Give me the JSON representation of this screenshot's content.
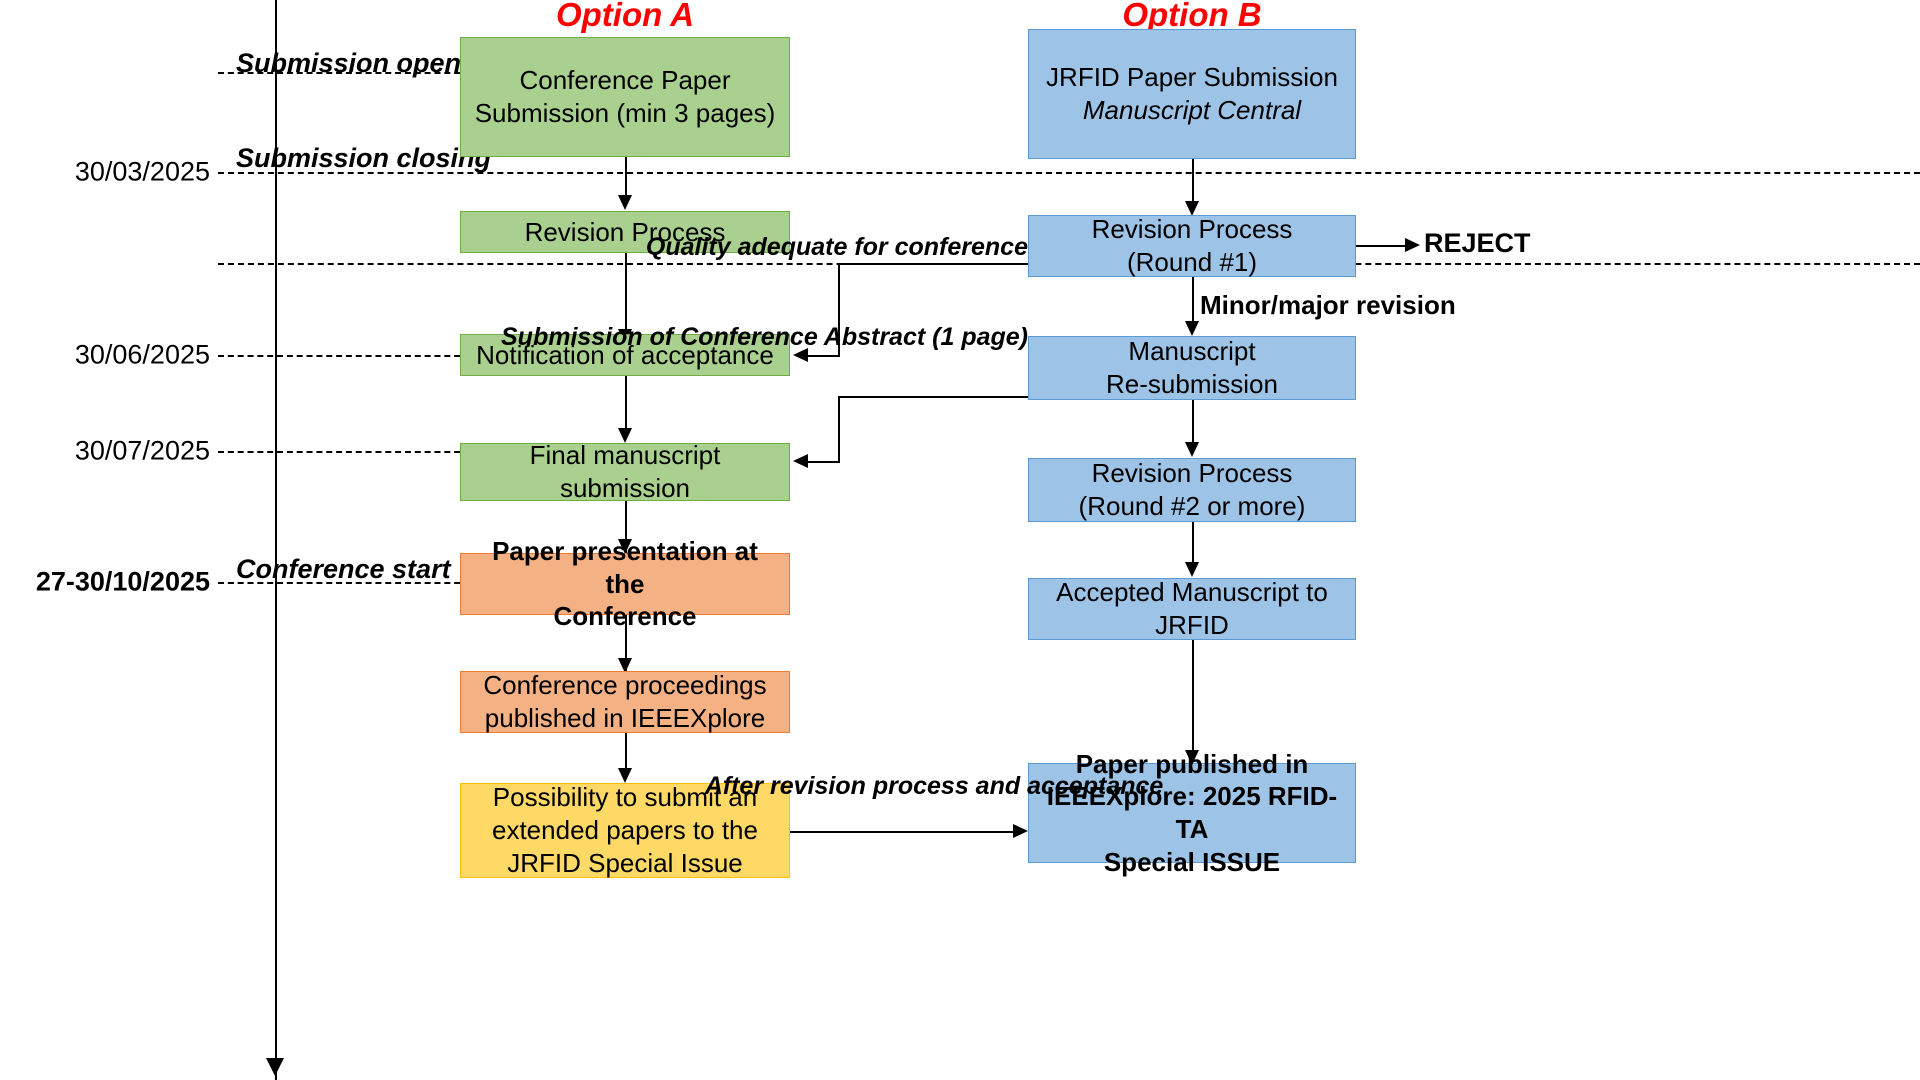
{
  "diagram": {
    "title_left": "Option A",
    "title_right": "Option B",
    "timeline": {
      "milestones": [
        {
          "label": "Submission opening",
          "date": ""
        },
        {
          "label": "Submission closing",
          "date": "30/03/2025"
        },
        {
          "label": "",
          "date": ""
        },
        {
          "label": "",
          "date": "30/06/2025"
        },
        {
          "label": "",
          "date": "30/07/2025"
        },
        {
          "label": "Conference start",
          "date": "27-30/10/2025"
        }
      ],
      "dates": {
        "d1": "30/03/2025",
        "d2": "30/06/2025",
        "d3": "30/07/2025",
        "d4": "27-30/10/2025"
      },
      "labels": {
        "opening": "Submission opening",
        "closing": "Submission closing",
        "conference_start": "Conference start"
      }
    },
    "option_a": {
      "steps": [
        {
          "line1": "Conference Paper",
          "line2": "Submission (min 3 pages)"
        },
        {
          "line1": "Revision Process",
          "line2": ""
        },
        {
          "line1": "Notification of acceptance",
          "line2": ""
        },
        {
          "line1": "Final manuscript submission",
          "line2": ""
        },
        {
          "line1": "Paper presentation at the",
          "line2": "Conference"
        },
        {
          "line1": "Conference proceedings",
          "line2": "published in IEEEXplore"
        },
        {
          "line1": "Possibility to submit an",
          "line2": "extended papers to the",
          "line3": "JRFID Special Issue"
        }
      ]
    },
    "option_b": {
      "steps": [
        {
          "line1": "JRFID Paper Submission",
          "line2": "Manuscript Central"
        },
        {
          "line1": "Revision Process",
          "line2": "(Round #1)"
        },
        {
          "line1": "Manuscript",
          "line2": "Re-submission"
        },
        {
          "line1": "Revision Process",
          "line2": "(Round #2 or more)"
        },
        {
          "line1": "Accepted Manuscript to",
          "line2": "JRFID"
        },
        {
          "line1": "Paper published in",
          "line2": "IEEEXplore: 2025 RFID-TA",
          "line3": "Special ISSUE"
        }
      ]
    },
    "connector_labels": {
      "reject": "REJECT",
      "minor_major": "Minor/major revision",
      "quality_l1": "Quality adequate",
      "quality_l2": "for conference",
      "abstract_l1": "Submission of",
      "abstract_l2": "Conference",
      "abstract_l3": "Abstract",
      "abstract_l4": "(1 page)",
      "after_rev_l1": "After revision",
      "after_rev_l2": "process and",
      "after_rev_l3": "acceptance"
    },
    "colors": {
      "green": "#A9D08E",
      "green_border": "#70AD47",
      "blue": "#9DC3E6",
      "blue_border": "#5B9BD5",
      "orange": "#F4B183",
      "orange_border": "#ED7D31",
      "yellow": "#FFD966",
      "yellow_border": "#FFC000",
      "accent_red": "#FF0000"
    }
  }
}
